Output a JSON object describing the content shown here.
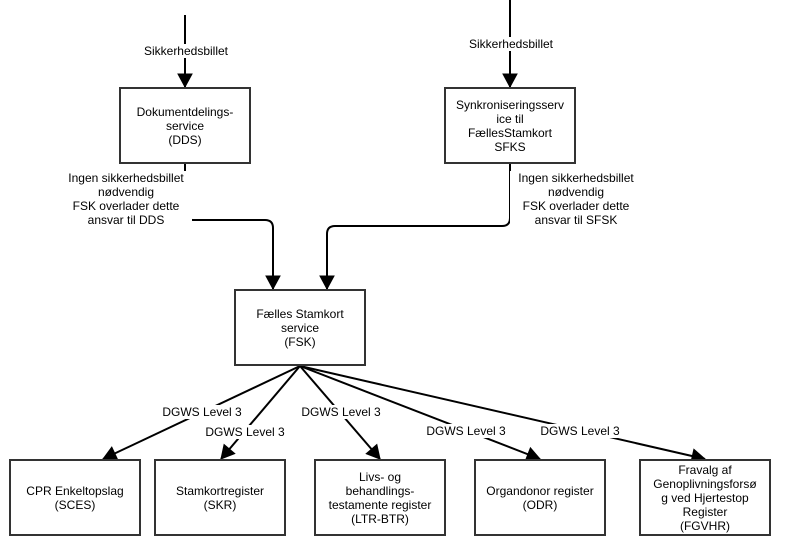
{
  "nodes": {
    "dds": "Dokumentdelings-\nservice\n(DDS)",
    "sfks": "Synkroniseringsserv\nice til\nFællesStamkort\nSFKS",
    "fsk": "Fælles Stamkort\nservice\n(FSK)",
    "sces": "CPR Enkeltopslag\n(SCES)",
    "skr": "Stamkortregister\n(SKR)",
    "ltr": "Livs- og\nbehandlings-\ntestamente register\n(LTR-BTR)",
    "odr": "Organdonor register\n(ODR)",
    "fgvhr": "Fravalg af\nGenoplivningsforsø\ng ved Hjertestop\nRegister\n(FGVHR)"
  },
  "edge_labels": {
    "dds_in": "Sikkerhedsbillet",
    "sfks_in": "Sikkerhedsbillet",
    "dds_fsk": "Ingen sikkerhedsbillet\nnødvendig\nFSK overlader dette\nansvar til DDS",
    "sfks_fsk": "Ingen sikkerhedsbillet\nnødvendig\nFSK overlader dette\nansvar til SFSK",
    "sces": "DGWS Level 3",
    "skr": "DGWS Level 3",
    "ltr": "DGWS Level 3",
    "odr": "DGWS Level 3",
    "fgvhr": "DGWS Level 3"
  },
  "colors": {
    "stroke": "#000000",
    "box_border": "#333333"
  }
}
